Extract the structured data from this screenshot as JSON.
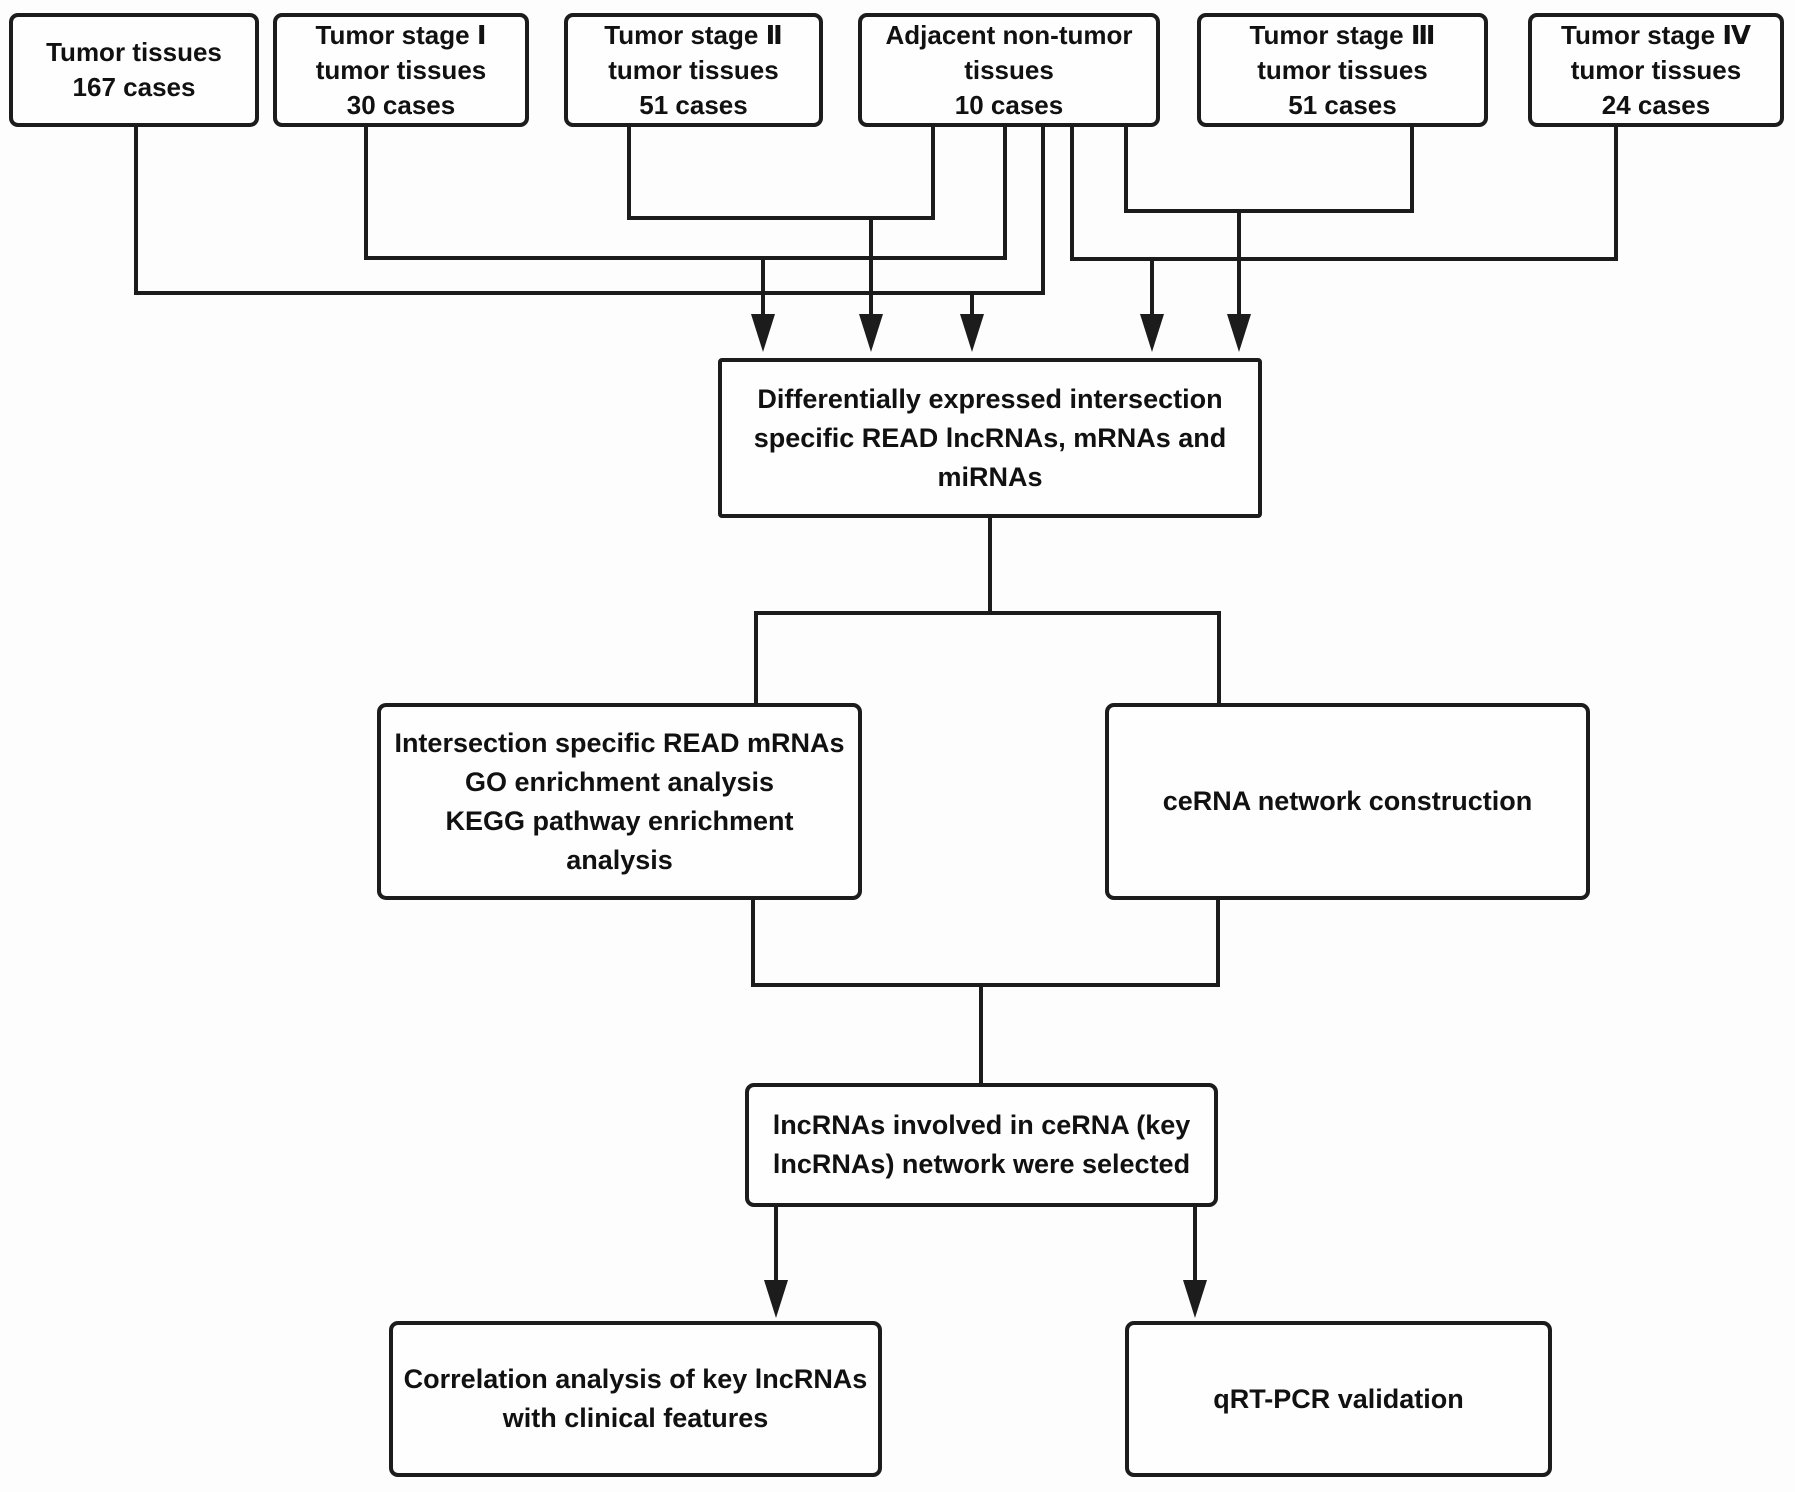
{
  "figure": {
    "background": "#fdfdfd",
    "line_color": "#1c1c1c",
    "nodes": {
      "tumor_tissues": "Tumor tissues\n167 cases",
      "stage1": "Tumor stage Ⅰ\ntumor tissues\n30 cases",
      "stage2": "Tumor stage Ⅱ\ntumor tissues\n51 cases",
      "adjacent": "Adjacent non-tumor\ntissues\n10 cases",
      "stage3": "Tumor stage Ⅲ\ntumor tissues\n51 cases",
      "stage4": "Tumor stage Ⅳ\ntumor tissues\n24 cases",
      "deg_intersection": "Differentially expressed intersection\nspecific READ lncRNAs, mRNAs and\nmiRNAs",
      "go_kegg": "Intersection specific READ mRNAs\nGO enrichment analysis\nKEGG pathway enrichment\nanalysis",
      "cerna_network": "ceRNA network construction",
      "key_lncrnas": "lncRNAs involved in ceRNA (key\nlncRNAs) network were selected",
      "correlation": "Correlation analysis of key lncRNAs\nwith clinical features",
      "qrt_pcr": "qRT-PCR validation"
    }
  }
}
